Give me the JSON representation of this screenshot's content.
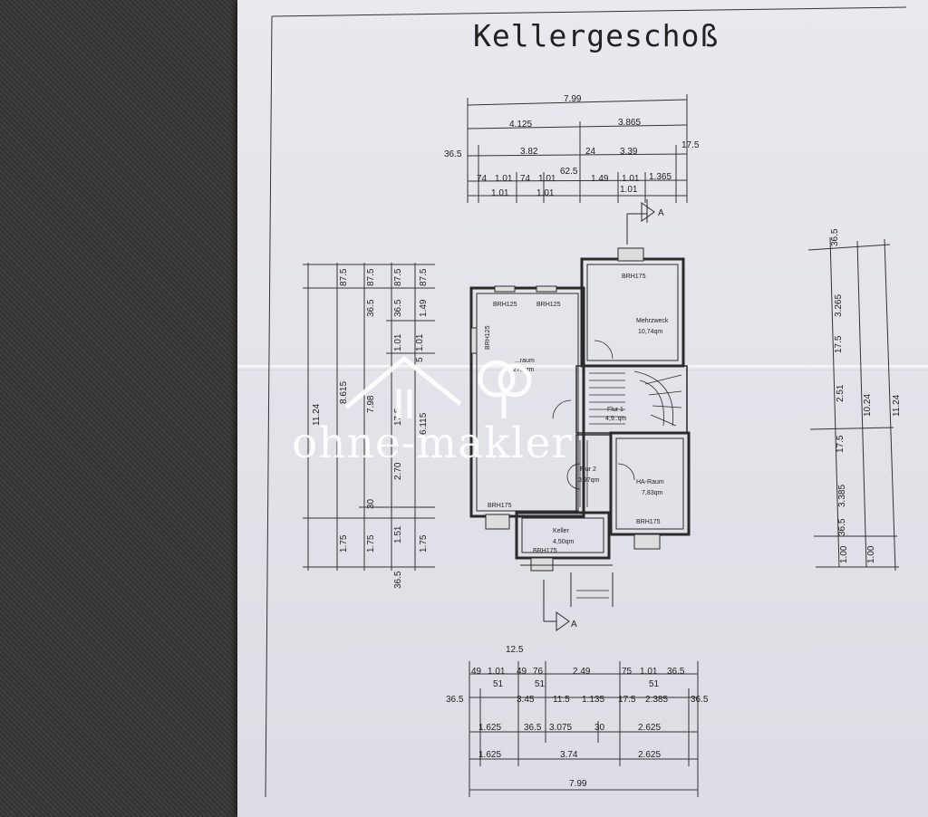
{
  "title": "Kellergeschoß",
  "watermark": "ohne-makler",
  "section_marker": "A",
  "top_dims": {
    "row1": [
      "7.99"
    ],
    "row2": [
      "4.125",
      "3.865"
    ],
    "row3": [
      "36.5",
      "3.82",
      "24",
      "3.39",
      "17.5"
    ],
    "row4": [
      "74",
      "1.01",
      "74",
      "1.01",
      "62.5",
      "1.49",
      "1.01",
      "1.365"
    ],
    "row5": [
      "1.01",
      "1.01",
      "1.01"
    ]
  },
  "left_dims": {
    "col1": [
      "11.24"
    ],
    "col2": [
      "87.5",
      "8.615",
      "1.75",
      "36.5"
    ],
    "col3": [
      "87.5",
      "36.5",
      "7.98",
      "30",
      "1.75"
    ],
    "col4": [
      "87.5",
      "36.5",
      "1.01",
      "1.01",
      "17.5",
      "2.70",
      "1.51"
    ],
    "col5": [
      "87.5",
      "1.49",
      "5",
      "6.115",
      "1.75"
    ]
  },
  "right_dims": {
    "col1": [
      "36.5",
      "3.265",
      "17.5",
      "2.51",
      "17.5",
      "3.385",
      "36.5",
      "1.00"
    ],
    "col2": [
      "10.24",
      "1.00"
    ],
    "col3": [
      "11.24"
    ]
  },
  "bottom_dims": {
    "row0": [
      "12.5"
    ],
    "row1": [
      "49",
      "1.01",
      "49",
      "76",
      "2.49",
      "75",
      "1.01",
      "36.5"
    ],
    "row1b": [
      "51",
      "51",
      "51"
    ],
    "row2": [
      "36.5",
      "3.45",
      "11.5",
      "1.135",
      "17.5",
      "2.385",
      "36.5"
    ],
    "row3": [
      "1.625",
      "36.5",
      "3.075",
      "30",
      "2.625"
    ],
    "row4": [
      "1.625",
      "3.74",
      "2.625"
    ],
    "row5": [
      "7.99"
    ]
  },
  "rooms": [
    {
      "name": "Mehrzweck",
      "area": "10,74qm"
    },
    {
      "name": "...raum",
      "area": "27,..qm"
    },
    {
      "name": "Flur 1",
      "area": "4,9..qm"
    },
    {
      "name": "Flur 2",
      "area": "3,97qm"
    },
    {
      "name": "HA-Raum",
      "area": "7,83qm"
    },
    {
      "name": "Keller",
      "area": "4,50qm"
    }
  ],
  "window_labels": [
    "BRH125",
    "BRH125",
    "BRH125",
    "BRH175",
    "BRH175",
    "BRH175",
    "BRH175"
  ]
}
